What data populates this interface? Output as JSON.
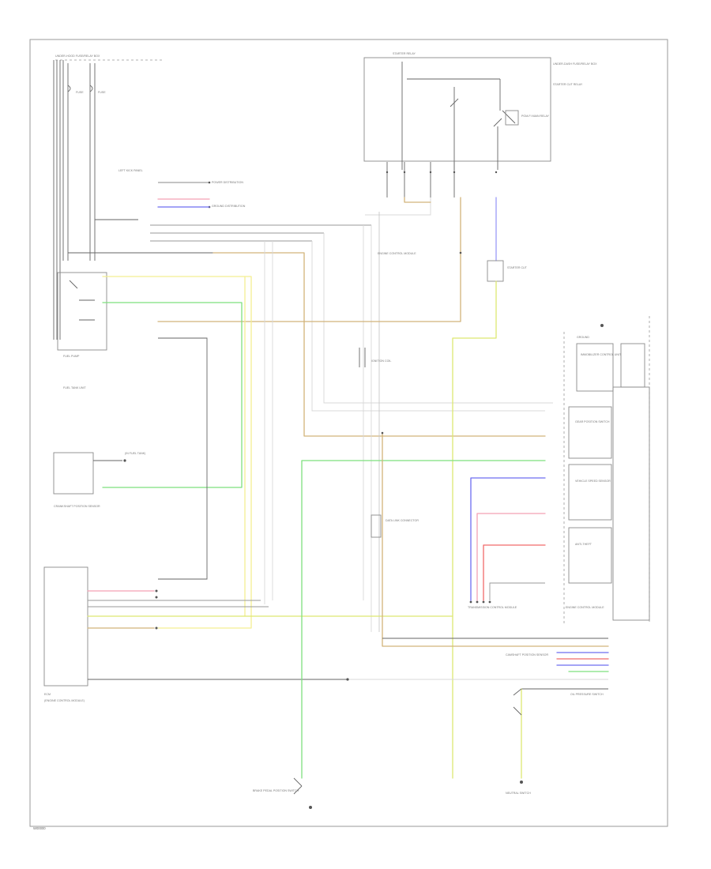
{
  "footer_code": "W00000",
  "colors": {
    "frame": "#9a9a9a",
    "black": "#555555",
    "white": "#d8d8d8",
    "gray": "#b5b5b5",
    "green": "#7ee07e",
    "light_green": "#b6f08a",
    "yellow": "#f4ef92",
    "tan": "#d2b37a",
    "blue": "#6d6df0",
    "light_blue": "#9a9af8",
    "red": "#f06a6a",
    "pink": "#f4a0b4",
    "yellow_green": "#dde872"
  },
  "labels": {
    "fuse_box": "UNDER-HOOD FUSE/RELAY BOX",
    "fuse_a": "FUSE",
    "fuse_b": "FUSE",
    "relay_box": "UNDER-DASH FUSE/RELAY BOX",
    "relay_box_sub": "STARTER CUT RELAY",
    "starter_relay": "STARTER RELAY",
    "main_relay": "PGM-FI MAIN RELAY",
    "left_kick": "LEFT KICK PANEL",
    "power_dist": "POWER DISTRIBUTION",
    "ground_dist": "GROUND DISTRIBUTION",
    "engine_ctrl_module_ref": "ENGINE CONTROL MODULE",
    "starter_cut": "STARTER CUT",
    "fuel_pump": "FUEL PUMP",
    "fuel_tank_unit": "FUEL TANK UNIT",
    "fuel_gauge_sub": "(IN FUEL TANK)",
    "crank_sensor": "CRANKSHAFT POSITION SENSOR",
    "ecm": "ECM",
    "ecm_sub": "(ENGINE CONTROL MODULE)",
    "ignition_coils": "IGNITION COIL",
    "data_link": "DATA LINK CONNECTOR",
    "engine_control_module": "ENGINE CONTROL MODULE",
    "ground_a": "GROUND",
    "immobilizer": "IMMOBILIZER CONTROL UNIT",
    "gear_position": "GEAR POSITION SWITCH",
    "vss": "VEHICLE SPEED SENSOR",
    "anti_theft": "ANTI-THEFT",
    "tcm": "TRANSMISSION CONTROL MODULE",
    "cam_sensor": "CAMSHAFT POSITION SENSOR",
    "oil_pressure": "OIL PRESSURE SWITCH",
    "neutral": "NEUTRAL SWITCH",
    "brake_pedal": "BRAKE PEDAL POSITION SWITCH"
  }
}
